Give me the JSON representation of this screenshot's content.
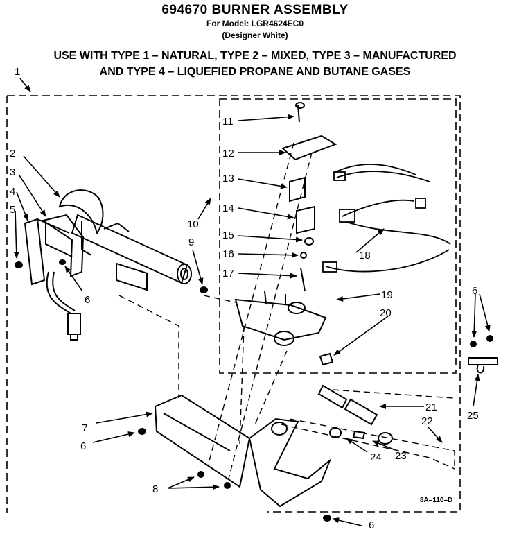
{
  "header": {
    "title": "694670 BURNER ASSEMBLY",
    "model": "For Model: LGR4624EC0",
    "color": "(Designer White)",
    "gas_line1": "USE WITH TYPE 1 – NATURAL, TYPE 2 – MIXED, TYPE 3 – MANUFACTURED",
    "gas_line2": "AND TYPE 4 – LIQUEFIED PROPANE AND BUTANE GASES"
  },
  "callouts": {
    "c1": "1",
    "c2": "2",
    "c3": "3",
    "c4": "4",
    "c5": "5",
    "c6a": "6",
    "c6b": "6",
    "c6c": "6",
    "c6d": "6",
    "c7": "7",
    "c8": "8",
    "c9": "9",
    "c10": "10",
    "c11": "11",
    "c12": "12",
    "c13": "13",
    "c14": "14",
    "c15": "15",
    "c16": "16",
    "c17": "17",
    "c18": "18",
    "c19": "19",
    "c20": "20",
    "c21": "21",
    "c22": "22",
    "c23": "23",
    "c24": "24",
    "c25": "25"
  },
  "drawing_code": "8A–110–D",
  "colors": {
    "line": "#000000",
    "background": "#ffffff"
  }
}
